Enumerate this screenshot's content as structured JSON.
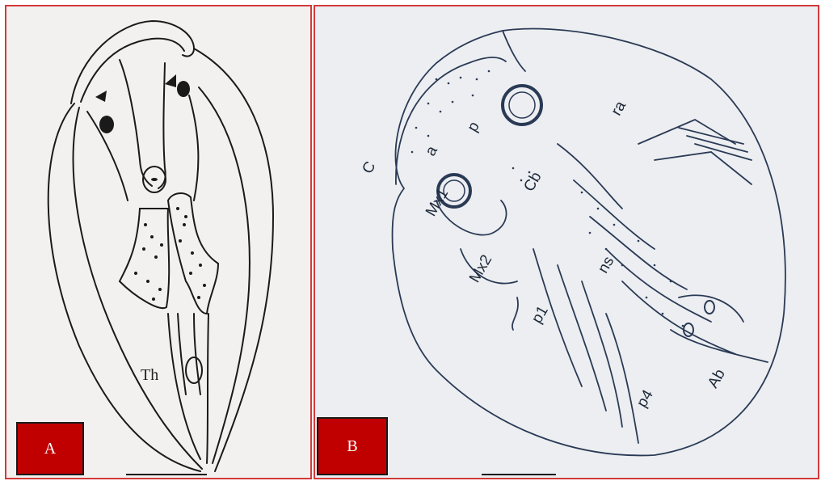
{
  "panel_a": {
    "badge": "A",
    "labels": {
      "th": "Th"
    }
  },
  "panel_b": {
    "badge": "B",
    "labels": {
      "c": "C",
      "a": "a",
      "p": "p",
      "ra": "ra",
      "cb": "Cb",
      "mx1": "Mx1",
      "mx2": "Mx2",
      "ns": "ns",
      "p1": "p1",
      "p4": "p4",
      "ab": "Ab"
    }
  },
  "colors": {
    "frame": "#d23a3a",
    "badge": "#c00000",
    "ink_a": "#1a1a1a",
    "ink_b": "#2a3a55"
  }
}
